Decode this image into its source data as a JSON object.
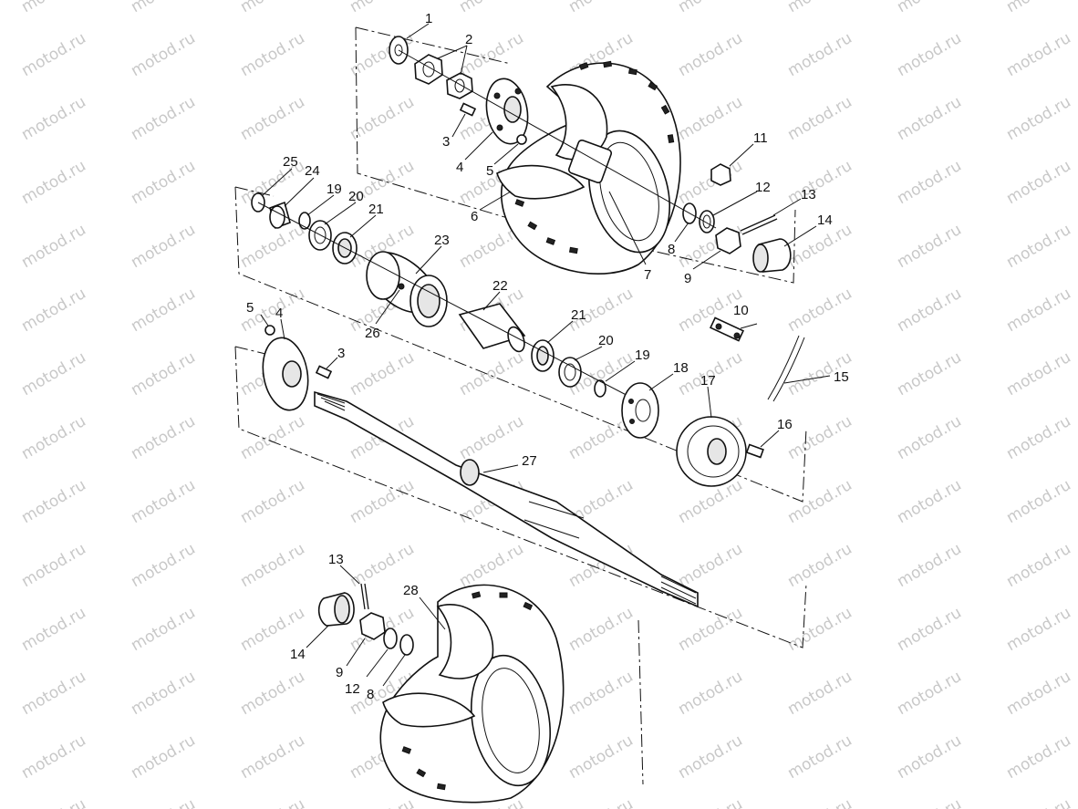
{
  "watermark": "motod.ru",
  "labels": {
    "l1": "1",
    "l2": "2",
    "l3a": "3",
    "l4a": "4",
    "l5a": "5",
    "l6": "6",
    "l7": "7",
    "l8a": "8",
    "l9a": "9",
    "l10": "10",
    "l11": "11",
    "l12a": "12",
    "l13a": "13",
    "l14a": "14",
    "l25": "25",
    "l24": "24",
    "l19a": "19",
    "l20a": "20",
    "l21a": "21",
    "l23": "23",
    "l22": "22",
    "l26": "26",
    "l5b": "5",
    "l4b": "4",
    "l3b": "3",
    "l21b": "21",
    "l20b": "20",
    "l19b": "19",
    "l18": "18",
    "l17": "17",
    "l15": "15",
    "l16": "16",
    "l27": "27",
    "l13b": "13",
    "l28": "28",
    "l14b": "14",
    "l9b": "9",
    "l12b": "12",
    "l8b": "8"
  },
  "colors": {
    "ink": "#111111",
    "paper": "#ffffff",
    "watermark": "#c8c8c8"
  }
}
